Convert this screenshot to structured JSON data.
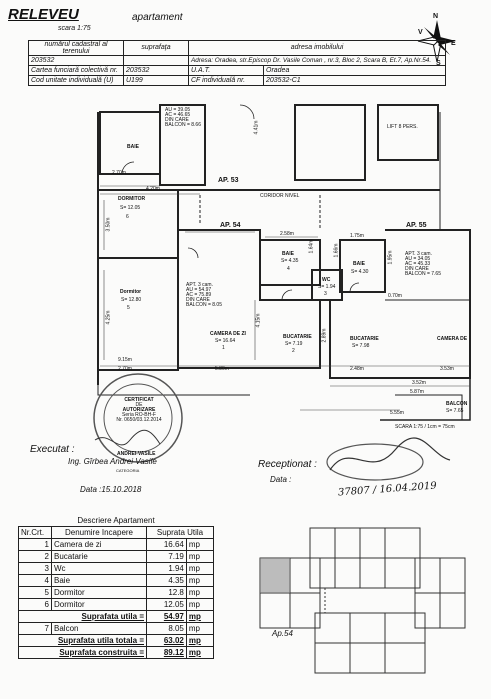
{
  "header": {
    "title": "RELEVEU",
    "subtitle": "apartament",
    "scale": "scara 1:75"
  },
  "info_table": {
    "row1": [
      "numărul cadastral al terenului",
      "suprafaţa",
      "adresa imobilului"
    ],
    "row2": [
      "203532",
      "",
      "Adresa: Oradea, str.Episcop Dr. Vasile Coman , nr.3, Bloc 2, Scara B, Et.7, Ap.Nr.54."
    ],
    "row3": [
      "Cartea funciară colectivă nr.",
      "203532",
      "U.A.T.",
      "Oradea"
    ],
    "row4": [
      "Cod unitate individuală (U)",
      "U199",
      "CF individuală nr.",
      "203532-C1"
    ]
  },
  "compass": {
    "n": "N",
    "s": "S",
    "e": "E",
    "v": "V"
  },
  "plan": {
    "rooms": {
      "baie_top": "BAIE",
      "lift": "LIFT 8 PERS.",
      "coridor": "CORIDOR NIVEL",
      "dormitor1": "DORMITOR",
      "dormitor1_s": "S= 12.05",
      "dormitor1_num": "6",
      "dormitor2": "Dormitor",
      "dormitor2_s": "S= 12.80",
      "dormitor2_num": "5",
      "apt3_lines": [
        "APT. 3 cam.",
        "AU = 54.97",
        "AC = 75.89",
        "DIN CARE",
        "BALCON = 8.05"
      ],
      "apt55_lines": [
        "APT. 3 cam.",
        "AU = 34.05",
        "AC = 45.33",
        "DIN CARE",
        "BALCON = 7.65"
      ],
      "apt_top_lines": [
        "AU = 39.05",
        "AC = 46.65",
        "DIN CARE",
        "BALCON = 8.66"
      ],
      "baie": "BAIE",
      "baie_s": "S= 4.35",
      "baie_num": "4",
      "wc": "WC",
      "wc_s": "S= 1.94",
      "wc_num": "3",
      "baie2": "BAIE",
      "baie2_s": "S= 4.30",
      "camera": "CAMERA DE ZI",
      "camera_s": "S= 16.64",
      "camera_num": "1",
      "bucatarie": "BUCATARIE",
      "bucatarie_s": "S= 7.19",
      "bucatarie_num": "2",
      "bucatarie2": "BUCATARIE",
      "bucatarie2_s": "S= 7.98",
      "camera2": "CAMERA DE",
      "balcon": "BALCON",
      "balcon_s": "S= 7.65",
      "ap53": "AP. 53",
      "ap54": "AP. 54",
      "ap55": "AP. 55"
    },
    "dims": [
      "2.70m",
      "4.20m",
      "3.50m",
      "4.25m",
      "2.58m",
      "1.64m",
      "1.75m",
      "4.15m",
      "9.15m",
      "2.70m",
      "5.80m",
      "2.48m",
      "3.53m",
      "5.87m",
      "5.55m",
      "0.70m",
      "2.89m",
      "1.66m",
      "1.95m",
      "3.52m",
      "4.41m"
    ],
    "scale_note": "SCARA 1:75 / 1cm = 75cm",
    "stamp_lines": [
      "CERTIFICAT",
      "DE",
      "AUTORIZARE",
      "Seria RO-BH-F",
      "Nr. 0650/03.12.2014",
      "ANDREI-VASILE",
      "CATEGORIA"
    ]
  },
  "executat": {
    "label": "Executat :",
    "name": "Ing. Gîrbea Andrei Vasile",
    "date": "Data :15.10.2018"
  },
  "receptionat": {
    "label": "Receptionat :",
    "date_label": "Data :",
    "handwritten": "37807 / 16.04.2019"
  },
  "descriere": {
    "title": "Descriere Apartament",
    "headers": [
      "Nr.Crt.",
      "Denumire Incapere",
      "Suprata Utila"
    ],
    "rows": [
      {
        "nr": "1",
        "name": "Camera de zi",
        "val": "16.64",
        "unit": "mp"
      },
      {
        "nr": "2",
        "name": "Bucatarie",
        "val": "7.19",
        "unit": "mp"
      },
      {
        "nr": "3",
        "name": "Wc",
        "val": "1.94",
        "unit": "mp"
      },
      {
        "nr": "4",
        "name": "Baie",
        "val": "4.35",
        "unit": "mp"
      },
      {
        "nr": "5",
        "name": "Dormitor",
        "val": "12.8",
        "unit": "mp"
      },
      {
        "nr": "6",
        "name": "Dormitor",
        "val": "12.05",
        "unit": "mp"
      }
    ],
    "util_label": "Suprafata utila =",
    "util_val": "54.97",
    "util_unit": "mp",
    "balcon_nr": "7",
    "balcon_name": "Balcon",
    "balcon_val": "8.05",
    "balcon_unit": "mp",
    "total_label": "Suprafata utila totala =",
    "total_val": "63.02",
    "total_unit": "mp",
    "constr_label": "Suprafata construita =",
    "constr_val": "89.12",
    "constr_unit": "mp"
  },
  "mini_plan": {
    "label": "Ap.54"
  }
}
